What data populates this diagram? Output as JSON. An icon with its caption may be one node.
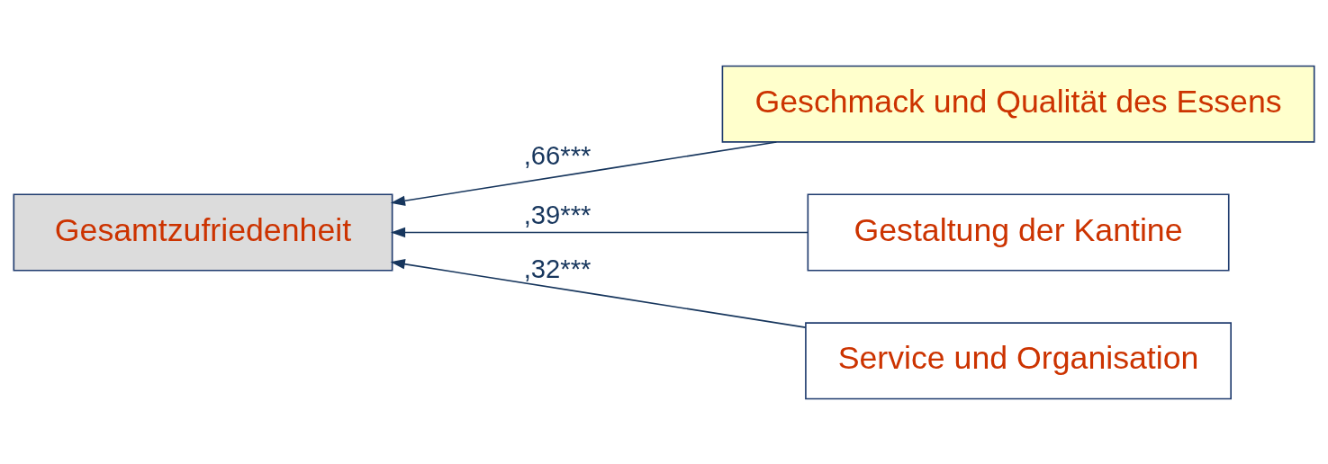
{
  "diagram": {
    "nodes": [
      {
        "text": [
          "Gesamtzufriedenheit"
        ]
      },
      {
        "text": [
          "Geschmack und Qualität des Essens"
        ]
      },
      {
        "text": [
          "Gestaltung der Kantine"
        ]
      },
      {
        "text": [
          "Service und Organisation"
        ]
      }
    ],
    "edges": [
      {
        "from": 1,
        "to": 0,
        "arrow": "to",
        "label": ",66***"
      },
      {
        "from": 2,
        "to": 0,
        "arrow": "to",
        "label": ",39***"
      },
      {
        "from": 3,
        "to": 0,
        "arrow": "to",
        "label": ",32***"
      }
    ]
  }
}
